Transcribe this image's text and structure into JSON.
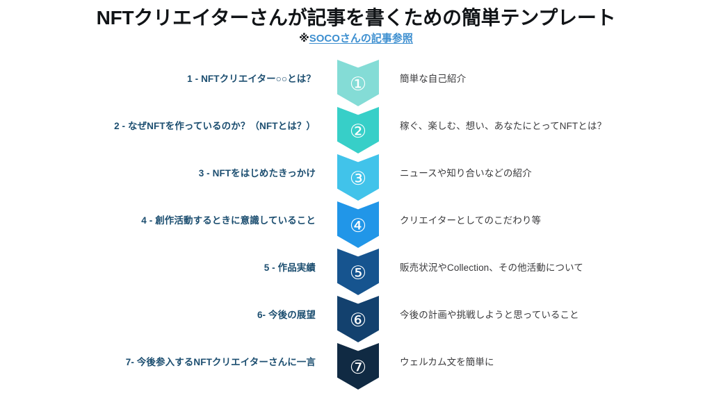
{
  "header": {
    "title": "NFTクリエイターさんが記事を書くための簡単テンプレート",
    "subtitle_marker": "※",
    "subtitle_link": "SOCO",
    "subtitle_rest": "さんの記事参照"
  },
  "palette": {
    "background": "#ffffff",
    "title_color": "#111417",
    "link_color": "#3d8fd0",
    "label_color": "#1c4e70",
    "desc_color": "#3a3a3c"
  },
  "steps": [
    {
      "number": "①",
      "label": "1 - NFTクリエイター○○とは？",
      "description": "簡単な自己紹介",
      "color": "#84dcd6"
    },
    {
      "number": "②",
      "label": "2 - なぜNFTを作っているのか？（NFTとは？）",
      "description": "稼ぐ、楽しむ、想い、あなたにとってNFTとは？",
      "color": "#37cfc8"
    },
    {
      "number": "③",
      "label": "3 - NFTをはじめたきっかけ",
      "description": "ニュースや知り合いなどの紹介",
      "color": "#41c3ea"
    },
    {
      "number": "④",
      "label": "4 - 創作活動するときに意識していること",
      "description": "クリエイターとしてのこだわり等",
      "color": "#2196e8"
    },
    {
      "number": "⑤",
      "label": "5 - 作品実績",
      "description": "販売状況やCollection、その他活動について",
      "color": "#16548f"
    },
    {
      "number": "⑥",
      "label": "6- 今後の展望",
      "description": "今後の計画や挑戦しようと思っていること",
      "color": "#13416e"
    },
    {
      "number": "⑦",
      "label": "7- 今後参入するNFTクリエイターさんに一言",
      "description": "ウェルカム文を簡単に",
      "color": "#102a43"
    }
  ]
}
